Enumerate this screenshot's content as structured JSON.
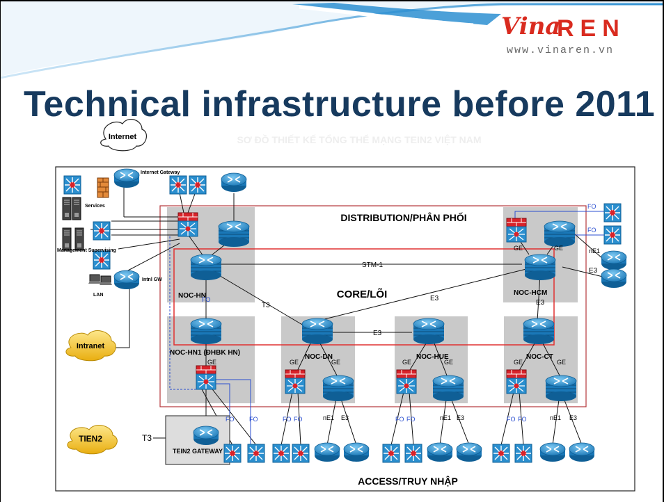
{
  "slide": {
    "title": "Technical infrastructure before 2011"
  },
  "logo": {
    "script": "Vina",
    "ren": "REN",
    "url": "www.vinaren.vn"
  },
  "diagram": {
    "faint_caption": "SƠ ĐỒ THIẾT KẾ TỔNG THỂ MẠNG TEIN2 VIỆT NAM",
    "layers": {
      "distribution": "DISTRIBUTION/PHÂN PHỐI",
      "core": "CORE/LÕI",
      "access": "ACCESS/TRUY NHẬP"
    },
    "clouds": {
      "internet": "Internet",
      "intranet": "Intranet",
      "tien2": "TIEN2"
    },
    "left_labels": {
      "internet_gateway": "Internet Gateway",
      "services": "Services",
      "management": "Management Supervising",
      "lan": "LAN",
      "intnl_gw": "Intnl GW"
    },
    "nodes": {
      "noc_hn": "NOC-HN",
      "noc_hn1": "NOC-HN1 (ĐHBK HN)",
      "noc_dn": "NOC-DN",
      "noc_hue": "NOC-HUE",
      "noc_ct": "NOC-CT",
      "noc_hcm": "NOC-HCM",
      "tein2_gateway": "TEIN2 GATEWAY"
    },
    "link_labels": {
      "stm1": "STM-1",
      "t3": "T3",
      "e3": "E3",
      "ge": "GE",
      "fo": "FO",
      "ne1": "nE1"
    }
  },
  "colors": {
    "title": "#173a5e",
    "logo": "#d92b1f",
    "router": "#2b8fcf",
    "cloud": "#f2c230",
    "zone": "#c9c9c9",
    "core_ring": "#e03030"
  }
}
